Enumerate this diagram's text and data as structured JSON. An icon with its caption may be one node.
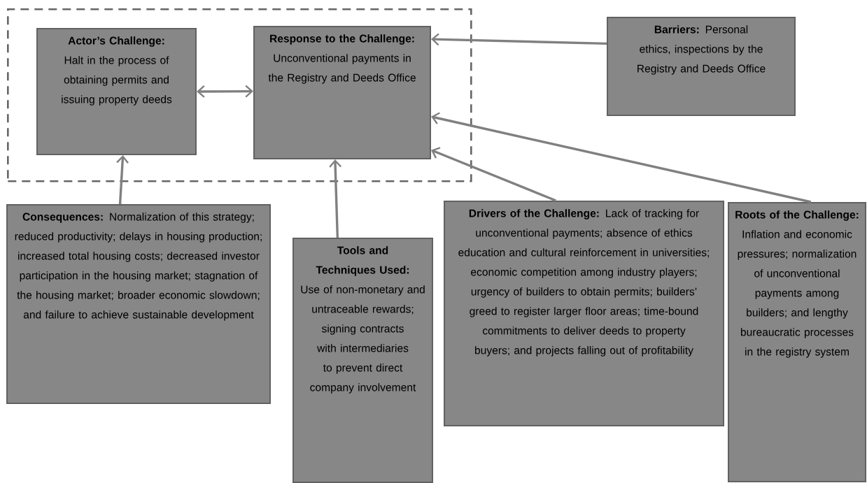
{
  "diagram": {
    "nodes": [
      {
        "text": [],
        "shape": "box"
      },
      {
        "text": [
          "Actor’s Challenge:",
          "Halt in the process of obtaining permits and issuing property deeds"
        ],
        "in": 0
      },
      {
        "text": [
          "Response to the Challenge:",
          "Unconventional payments in the Registry and Deeds Office"
        ],
        "in": 0
      },
      {
        "text": [
          "**Barriers:** Personal ethics, inspections by the Registry and Deeds Office"
        ]
      },
      {
        "text": [
          "**Consequences:** Normalization of this strategy; reduced productivity; delays in housing production; increased total housing costs; decreased investor participation in the housing market; stagnation of the housing market; broader economic slowdown; and failure to achieve sustainable development"
        ]
      },
      {
        "text": [
          "Tools and Techniques Used:",
          "Use of non-monetary and untraceable rewards; signing contracts with intermediaries to prevent direct company involvement"
        ]
      },
      {
        "text": [
          "**Drivers of the Challenge:** Lack of tracking for unconventional payments; absence of ethics education and cultural reinforcement in universities; economic competition among industry players; urgency of builders to obtain permits; builders’ greed to register larger floor areas; time-bound commitments to deliver deeds to property buyers; and projects falling out of profitability"
        ]
      },
      {
        "text": [
          "Roots of the Challenge:",
          "Inflation and economic pressures; normalization of unconventional payments among builders; and lengthy bureaucratic processes in the registry system"
        ]
      }
    ],
    "edges": [
      {
        "from": 1,
        "to": 2,
        "arrow": "both"
      },
      {
        "from": 3,
        "to": 2,
        "arrow": "to"
      },
      {
        "from": 4,
        "to": 1,
        "arrow": "to"
      },
      {
        "from": 5,
        "to": 2,
        "arrow": "to"
      },
      {
        "from": 6,
        "to": 2,
        "arrow": "to"
      },
      {
        "from": 7,
        "to": 2,
        "arrow": "to"
      }
    ]
  }
}
